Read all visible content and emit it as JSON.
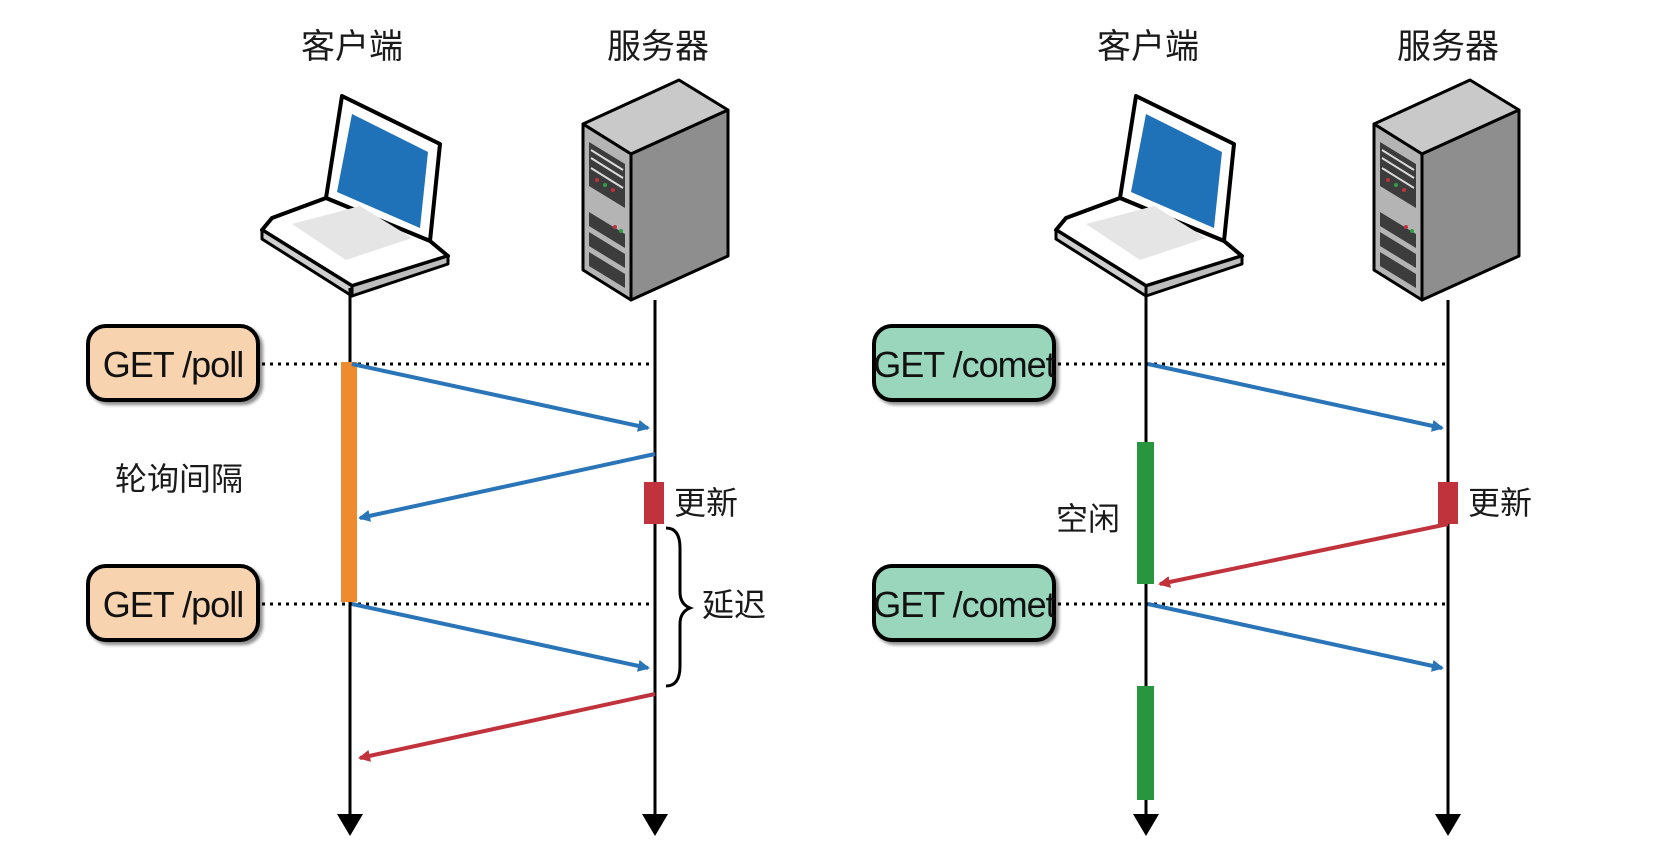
{
  "colors": {
    "poll_pill": "#f8d3b0",
    "comet_pill": "#99d6bc",
    "interval_bar": "#ef8a2e",
    "idle_bar": "#28953f",
    "update_block": "#c1333c",
    "request_arrow": "#2a74b8",
    "response_arrow": "#c1333c"
  },
  "left_panel": {
    "client_label": "客户端",
    "server_label": "服务器",
    "request_1": "GET /poll",
    "request_2": "GET /poll",
    "interval_label": "轮询间隔",
    "update_label": "更新",
    "delay_label": "延迟"
  },
  "right_panel": {
    "client_label": "客户端",
    "server_label": "服务器",
    "request_1": "GET /comet",
    "request_2": "GET /comet",
    "idle_label": "空闲",
    "update_label": "更新"
  },
  "icons": {
    "client": "laptop-icon",
    "server": "server-tower-icon"
  }
}
